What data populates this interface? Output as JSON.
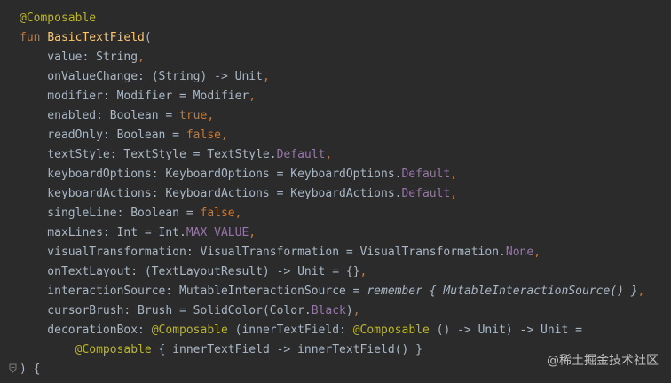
{
  "colors": {
    "background": "#2b2b2b",
    "plain": "#a9b7c6",
    "keyword": "#cc7832",
    "annotation": "#bbb529",
    "function_name": "#ffc66d",
    "constant": "#9876aa"
  },
  "lines": [
    [
      {
        "t": "@Composable",
        "k": "anno"
      }
    ],
    [
      {
        "t": "fun ",
        "k": "kw"
      },
      {
        "t": "BasicTextField",
        "k": "fn"
      },
      {
        "t": "(",
        "k": "plain"
      }
    ],
    [
      {
        "t": "    value: String",
        "k": "plain"
      },
      {
        "t": ",",
        "k": "kw"
      }
    ],
    [
      {
        "t": "    onValueChange: (String) -> Unit",
        "k": "plain"
      },
      {
        "t": ",",
        "k": "kw"
      }
    ],
    [
      {
        "t": "    modifier: Modifier = Modifier",
        "k": "plain"
      },
      {
        "t": ",",
        "k": "kw"
      }
    ],
    [
      {
        "t": "    enabled: Boolean = ",
        "k": "plain"
      },
      {
        "t": "true,",
        "k": "kw"
      }
    ],
    [
      {
        "t": "    readOnly: Boolean = ",
        "k": "plain"
      },
      {
        "t": "false,",
        "k": "kw"
      }
    ],
    [
      {
        "t": "    textStyle: TextStyle = TextStyle.",
        "k": "plain"
      },
      {
        "t": "Default",
        "k": "const"
      },
      {
        "t": ",",
        "k": "kw"
      }
    ],
    [
      {
        "t": "    keyboardOptions: KeyboardOptions = KeyboardOptions.",
        "k": "plain"
      },
      {
        "t": "Default",
        "k": "const"
      },
      {
        "t": ",",
        "k": "kw"
      }
    ],
    [
      {
        "t": "    keyboardActions: KeyboardActions = KeyboardActions.",
        "k": "plain"
      },
      {
        "t": "Default",
        "k": "const"
      },
      {
        "t": ",",
        "k": "kw"
      }
    ],
    [
      {
        "t": "    singleLine: Boolean = ",
        "k": "plain"
      },
      {
        "t": "false,",
        "k": "kw"
      }
    ],
    [
      {
        "t": "    maxLines: Int = Int.",
        "k": "plain"
      },
      {
        "t": "MAX_VALUE",
        "k": "const"
      },
      {
        "t": ",",
        "k": "kw"
      }
    ],
    [
      {
        "t": "    visualTransformation: VisualTransformation = VisualTransformation.",
        "k": "plain"
      },
      {
        "t": "None",
        "k": "const"
      },
      {
        "t": ",",
        "k": "kw"
      }
    ],
    [
      {
        "t": "    onTextLayout: (TextLayoutResult) -> Unit = {}",
        "k": "plain"
      },
      {
        "t": ",",
        "k": "kw"
      }
    ],
    [
      {
        "t": "    interactionSource: MutableInteractionSource = ",
        "k": "plain"
      },
      {
        "t": "remember { MutableInteractionSource() }",
        "k": "it"
      },
      {
        "t": ",",
        "k": "kw"
      }
    ],
    [
      {
        "t": "    cursorBrush: Brush = SolidColor(Color.",
        "k": "plain"
      },
      {
        "t": "Black",
        "k": "const"
      },
      {
        "t": ")",
        "k": "plain"
      },
      {
        "t": ",",
        "k": "kw"
      }
    ],
    [
      {
        "t": "    decorationBox: ",
        "k": "plain"
      },
      {
        "t": "@Composable",
        "k": "anno"
      },
      {
        "t": " (innerTextField: ",
        "k": "plain"
      },
      {
        "t": "@Composable",
        "k": "anno"
      },
      {
        "t": " () -> Unit) -> Unit =",
        "k": "plain"
      }
    ],
    [
      {
        "t": "        ",
        "k": "plain"
      },
      {
        "t": "@Composable",
        "k": "anno"
      },
      {
        "t": " { innerTextField -> innerTextField() }",
        "k": "plain"
      }
    ],
    [
      {
        "t": ") {",
        "k": "plain"
      }
    ]
  ],
  "watermark": "@稀土掘金技术社区",
  "icons": {
    "fold": "fold-marker-icon"
  }
}
